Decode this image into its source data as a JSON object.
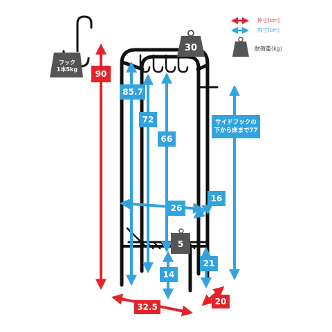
{
  "legend": {
    "outer": "外寸(cm)",
    "inner": "内寸(cm)",
    "load": "耐荷重(kg)"
  },
  "colors": {
    "outer": "#e5222a",
    "inner": "#33a3e0",
    "frame": "#111111",
    "weight": "#555555"
  },
  "hook": {
    "line1": "フック",
    "line2": "1本5kg"
  },
  "top_load": "30",
  "shelf_load": "5",
  "dimensions": {
    "height_outer": "90",
    "inner_top": "85.7",
    "inner_mid": "72",
    "inner_hook": "66",
    "side_hook_line1": "サイドフックの",
    "side_hook_line2": "下から床まで77",
    "inner_width": "26",
    "inner_depth": "16",
    "shelf_height": "21",
    "floor_clearance": "14",
    "width_outer": "32.5",
    "depth_outer": "20"
  }
}
